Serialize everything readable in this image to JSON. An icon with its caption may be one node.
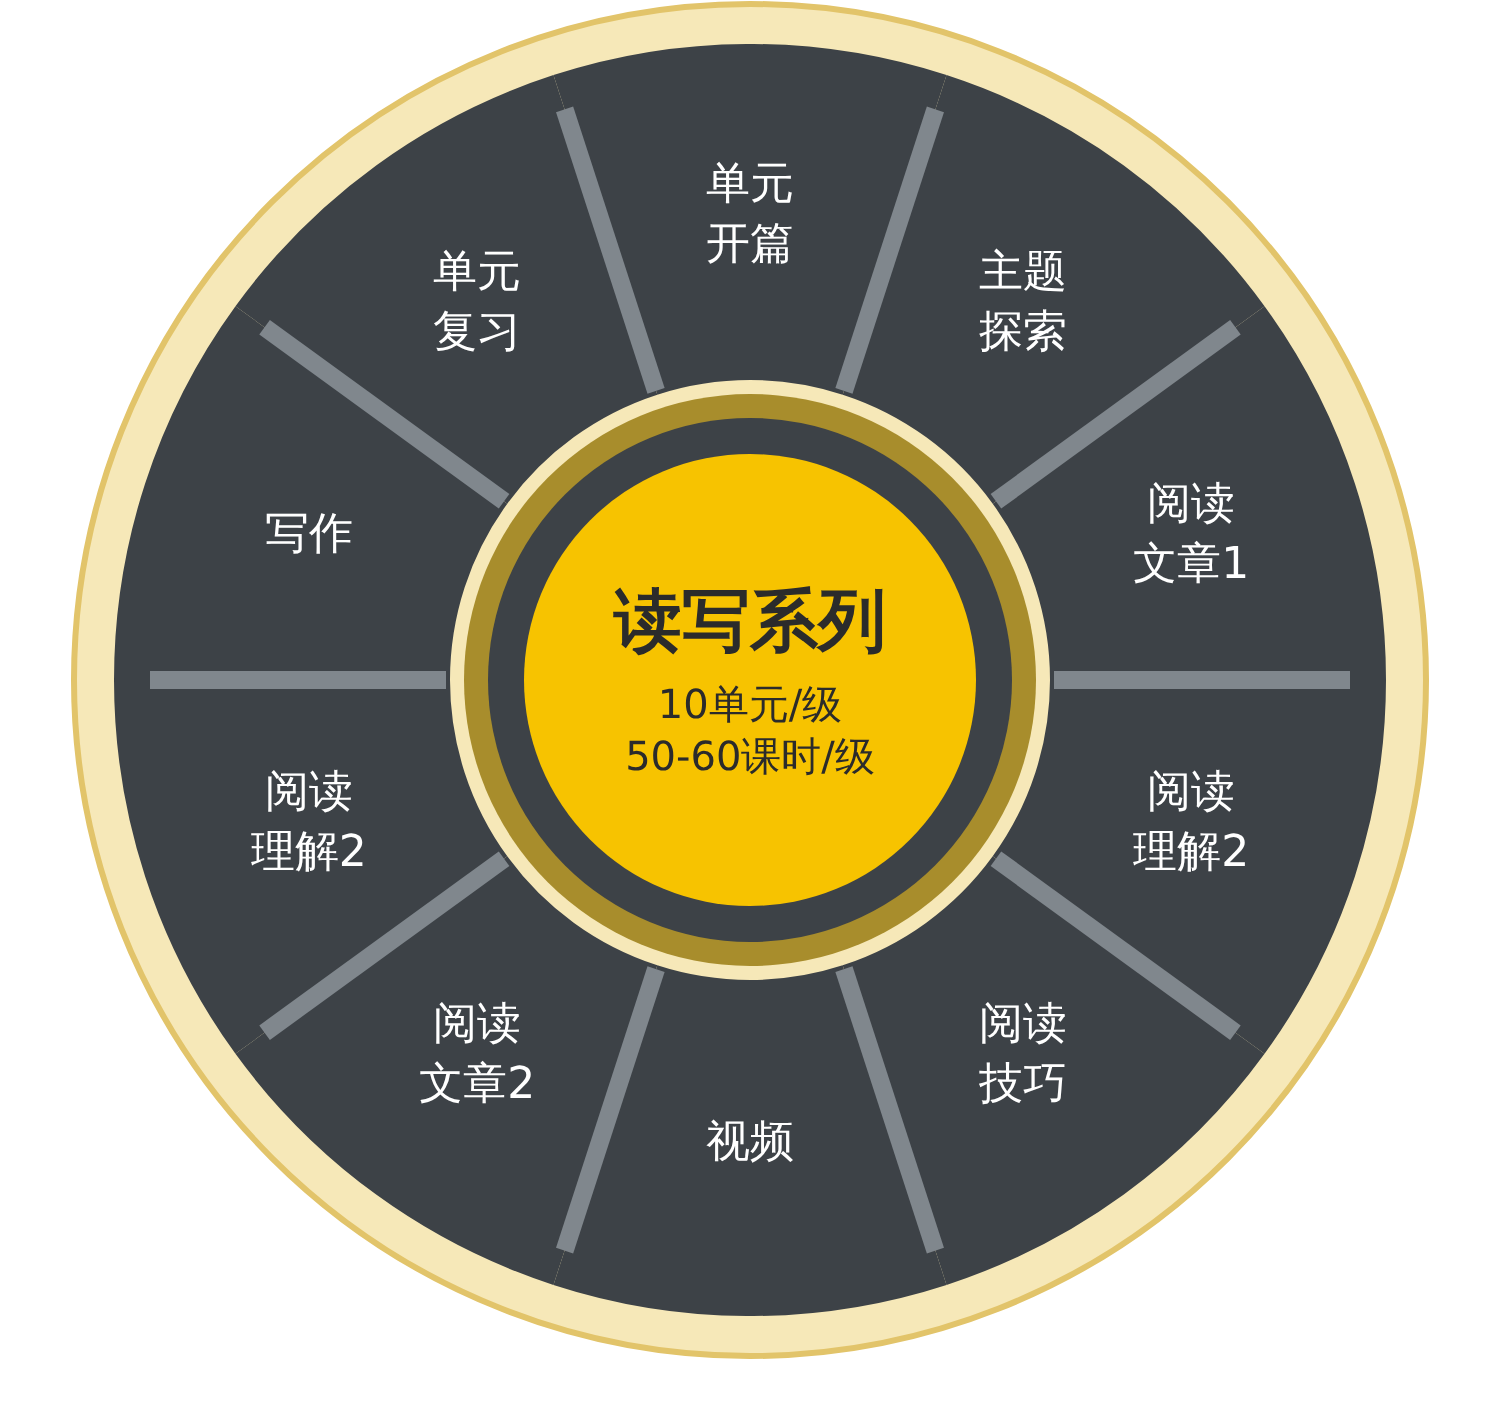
{
  "diagram": {
    "nodes": [
      {
        "text": [
          "读写系列",
          "10单元/级",
          "50-60课时/级"
        ]
      },
      {
        "text": [
          "单元开篇"
        ]
      },
      {
        "text": [
          "主题探索"
        ]
      },
      {
        "text": [
          "阅读文章1"
        ]
      },
      {
        "text": [
          "阅读理解2"
        ]
      },
      {
        "text": [
          "阅读技巧"
        ]
      },
      {
        "text": [
          "视频"
        ]
      },
      {
        "text": [
          "阅读文章2"
        ]
      },
      {
        "text": [
          "阅读理解2"
        ]
      },
      {
        "text": [
          "写作"
        ]
      },
      {
        "text": [
          "单元复习"
        ]
      }
    ]
  }
}
